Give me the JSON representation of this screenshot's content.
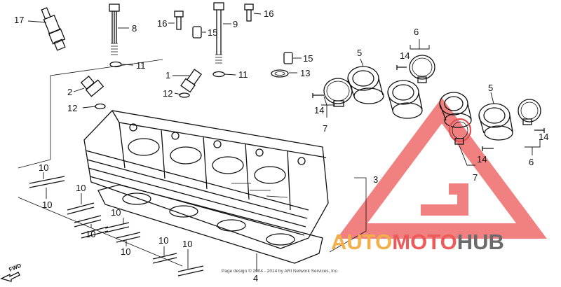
{
  "callouts": {
    "c1": "1",
    "c2": "2",
    "c3": "3",
    "c4": "4",
    "c5a": "5",
    "c5b": "5",
    "c6a": "6",
    "c6b": "6",
    "c7a": "7",
    "c7b": "7",
    "c8": "8",
    "c9": "9",
    "c10a": "10",
    "c10b": "10",
    "c10c": "10",
    "c10d": "10",
    "c10e": "10",
    "c10f": "10",
    "c10g": "10",
    "c10h": "10",
    "c11a": "11",
    "c11b": "11",
    "c12a": "12",
    "c12b": "12",
    "c13": "13",
    "c14a": "14",
    "c14b": "14",
    "c14c": "14",
    "c14d": "14",
    "c15a": "15",
    "c15b": "15",
    "c16a": "16",
    "c16b": "16",
    "c17": "17"
  },
  "fwd_label": "FWD",
  "copyright": "Page design © 2004 - 2014 by ARI Network Services, Inc.",
  "watermark": {
    "word_a": "AUTO",
    "word_b": "MOTO",
    "word_c": "HUB",
    "colors": {
      "orange": "#f3b04a",
      "red": "#ee5a5a",
      "gray": "#6b6b6b"
    }
  }
}
